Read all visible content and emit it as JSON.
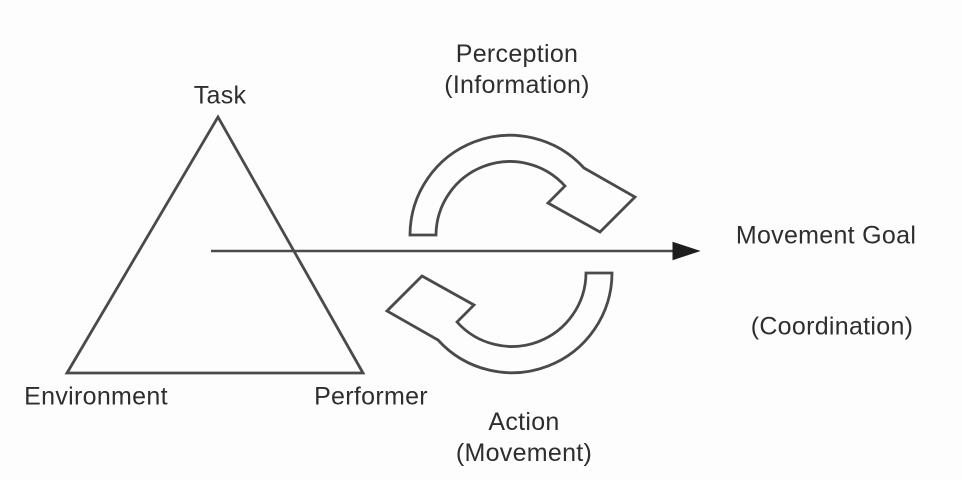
{
  "diagram": {
    "triangle": {
      "apex_label": "Task",
      "bottom_left_label": "Environment",
      "bottom_right_label": "Performer"
    },
    "cycle": {
      "top_arrow": {
        "line1": "Perception",
        "line2": "(Information)"
      },
      "bottom_arrow": {
        "line1": "Action",
        "line2": "(Movement)"
      }
    },
    "goal_arrow": {
      "label": "Movement Goal",
      "sublabel": "(Coordination)"
    },
    "colors": {
      "stroke": "#4a4a4a",
      "text": "#2e2e2e",
      "background": "#fdfdfd",
      "arrowhead": "#1e1e1e"
    }
  }
}
